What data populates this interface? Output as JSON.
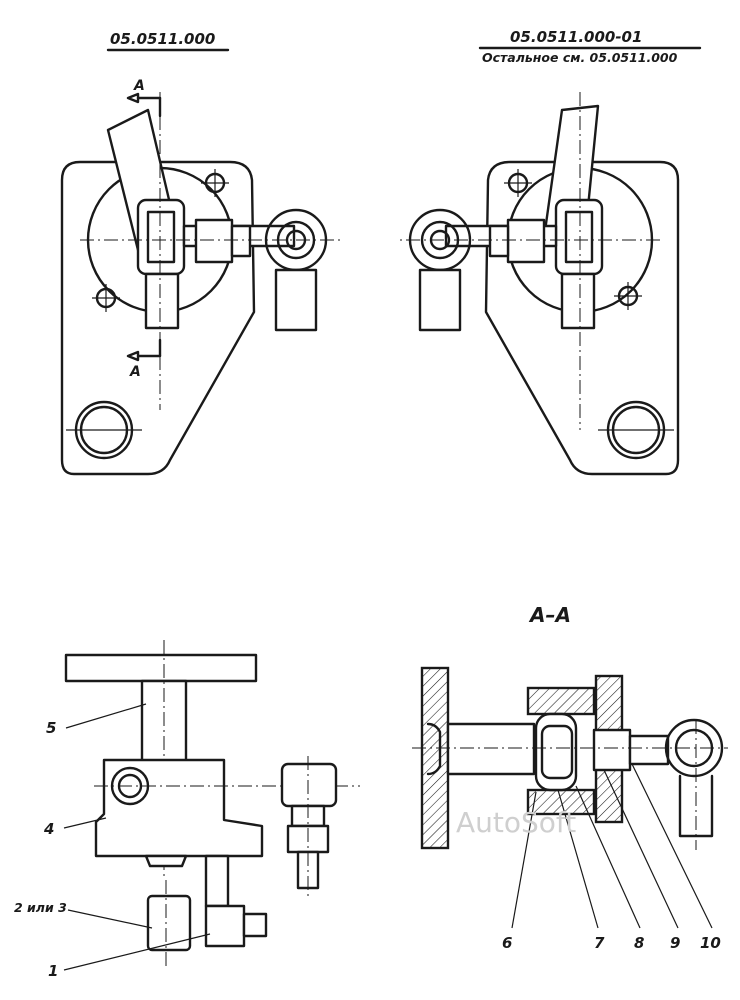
{
  "left_view": {
    "designation": "05.0511.000"
  },
  "right_view": {
    "designation": "05.0511.000-01",
    "note": "Остальное см. 05.0511.000"
  },
  "section": {
    "title": "А–А",
    "cut_label": "А"
  },
  "callouts": {
    "p1": "1",
    "p2": "2 или 3",
    "p4": "4",
    "p5": "5",
    "p6": "6",
    "p7": "7",
    "p8": "8",
    "p9": "9",
    "p10": "10"
  },
  "watermark": "AutoSoft"
}
